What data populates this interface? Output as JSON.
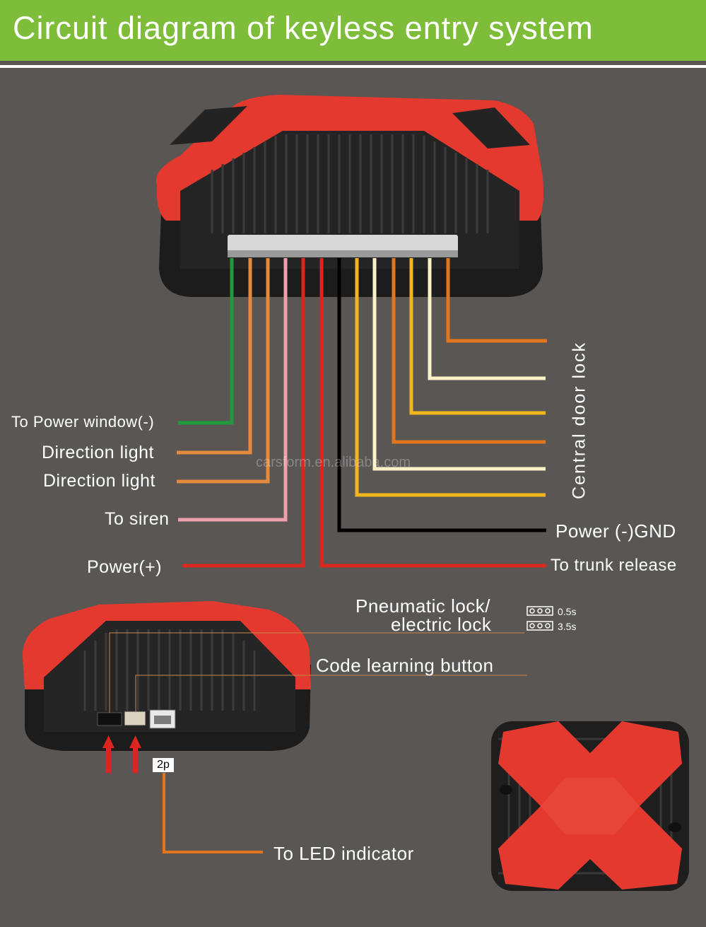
{
  "title": "Circuit diagram of keyless entry system",
  "watermark": "carsform.en.alibaba.com",
  "labels": {
    "power_window": "To Power window(-)",
    "direction_light_1": "Direction light",
    "direction_light_2": "Direction light",
    "siren": "To siren",
    "power_plus": "Power(+)",
    "central_door_lock": "Central door lock",
    "power_gnd": "Power (-)GND",
    "trunk_release": "To trunk release",
    "pneumatic_lock": "Pneumatic lock/",
    "electric_lock": "electric lock",
    "jumper_05": "0.5s",
    "jumper_35": "3.5s",
    "code_learning": "Code learning button",
    "connector_2p": "2p",
    "led_indicator": "To LED indicator"
  },
  "colors": {
    "header_green": "#7dbd3a",
    "background": "#595654",
    "housing_red": "#e4392f",
    "housing_black": "#1c1c1c",
    "wire_green": "#1f9a3c",
    "wire_orange": "#e58a3c",
    "wire_pink": "#f0a0a8",
    "wire_red": "#d9261e",
    "wire_black": "#000000",
    "wire_yellow": "#f2b51c",
    "wire_cream": "#fbf1c8",
    "wire_dark_orange": "#e0761e"
  }
}
